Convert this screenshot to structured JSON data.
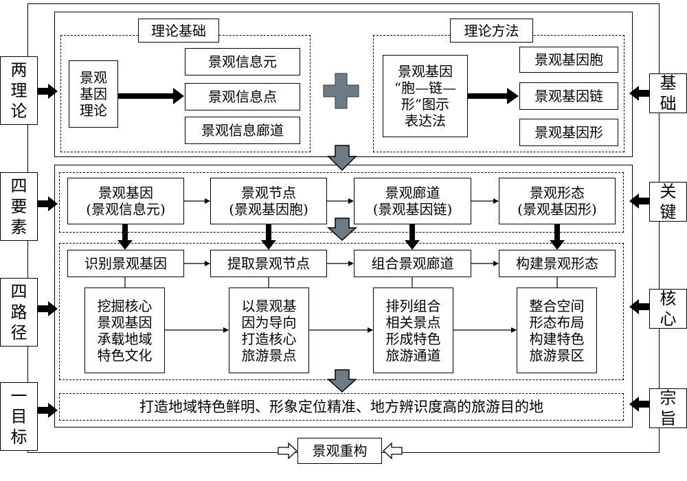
{
  "top": {
    "theory_basis_title": "理论基础",
    "theory_method_title": "理论方法",
    "theory_core": "景观\n基因\n理论",
    "info_items": [
      "景观信息元",
      "景观信息点",
      "景观信息廊道"
    ],
    "method_core": "景观基因\n“胞—链—\n形”图示\n表达法",
    "gene_items": [
      "景观基因胞",
      "景观基因链",
      "景观基因形"
    ]
  },
  "elements": [
    {
      "title": "景观基因",
      "sub": "(景观信息元)"
    },
    {
      "title": "景观节点",
      "sub": "(景观基因胞)"
    },
    {
      "title": "景观廊道",
      "sub": "(景观基因链)"
    },
    {
      "title": "景观形态",
      "sub": "(景观基因形)"
    }
  ],
  "paths": [
    {
      "title": "识别景观基因",
      "desc": "挖掘核心\n景观基因\n承载地域\n特色文化"
    },
    {
      "title": "提取景观节点",
      "desc": "以景观基\n因为导向\n打造核心\n旅游景点"
    },
    {
      "title": "组合景观廊道",
      "desc": "排列组合\n相关景点\n形成特色\n旅游通道"
    },
    {
      "title": "构建景观形态",
      "desc": "整合空间\n形态布局\n构建特色\n旅游景区"
    }
  ],
  "goal": "打造地域特色鲜明、形象定位精准、地方辨识度高的旅游目的地",
  "left_labels": [
    "两\n理\n论",
    "四\n要\n素",
    "四\n路\n径",
    "一\n目\n标"
  ],
  "right_labels": [
    "基\n础",
    "关\n键",
    "核\n心",
    "宗\n旨"
  ],
  "bottom": "景观重构"
}
